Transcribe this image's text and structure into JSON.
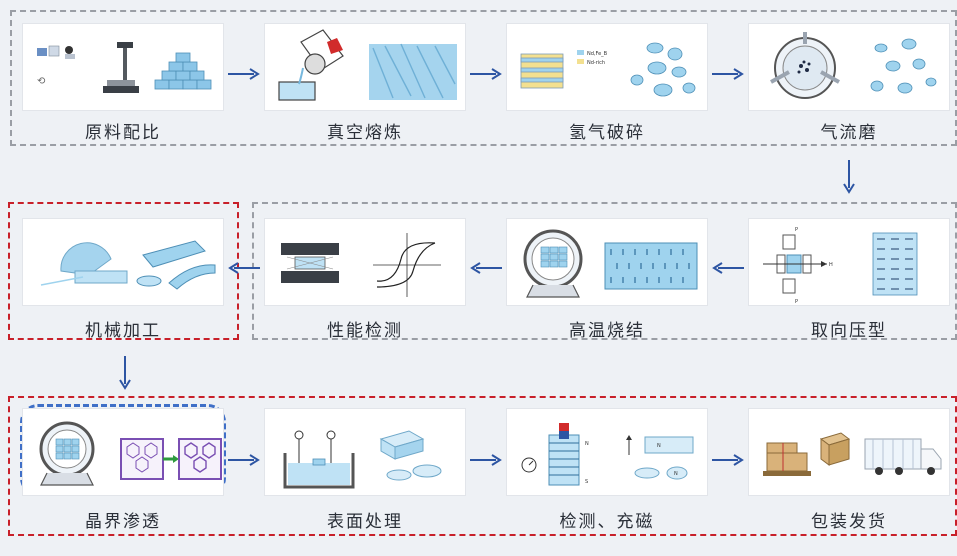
{
  "steps": [
    {
      "label": "原料配比"
    },
    {
      "label": "真空熔炼"
    },
    {
      "label": "氢气破碎"
    },
    {
      "label": "气流磨"
    },
    {
      "label": "机械加工"
    },
    {
      "label": "性能检测"
    },
    {
      "label": "高温烧结"
    },
    {
      "label": "取向压型"
    },
    {
      "label": "晶界渗透"
    },
    {
      "label": "表面处理"
    },
    {
      "label": "检测、充磁"
    },
    {
      "label": "包装发货"
    }
  ],
  "hd_legend": {
    "item1": "Nd,Fe_B",
    "item2": "Nd-rich"
  },
  "press_labels": {
    "p": "P",
    "h": "H"
  },
  "magnet_labels": {
    "n": "N",
    "s": "S"
  },
  "colors": {
    "gray_dash": "#9a9ea5",
    "red_dash": "#c8202a",
    "blue_dash": "#3f6fc7",
    "arrow": "#2d55a3",
    "grain": "#9fd3ee"
  }
}
